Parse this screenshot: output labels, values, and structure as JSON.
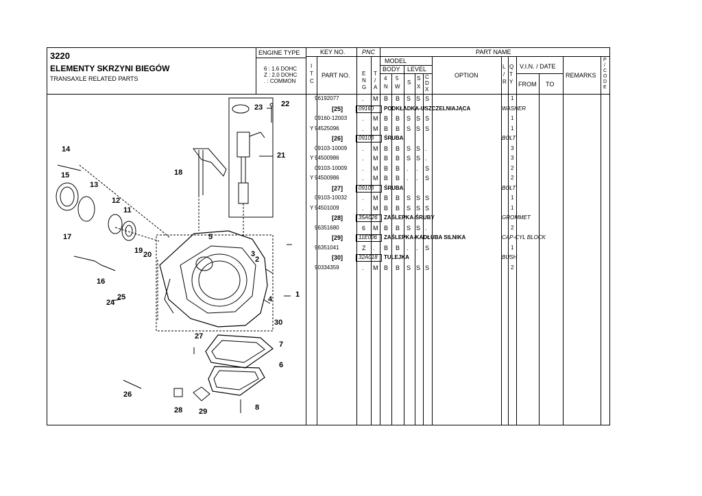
{
  "header": {
    "code": "3220",
    "title_pl": "ELEMENTY SKRZYNI BIEGÓW",
    "title_en": "TRANSAXLE RELATED PARTS",
    "engine_type_label": "ENGINE TYPE",
    "engine_types": [
      "6 : 1.6 DOHC",
      "Z : 2.0 DOHC",
      ". : COMMON"
    ]
  },
  "columns": {
    "key_no": "KEY NO.",
    "pnc": "PNC",
    "part_name": "PART NAME",
    "itc": [
      "I",
      "T",
      "C"
    ],
    "part_no": "PART NO.",
    "model": "MODEL",
    "eng": [
      "E",
      "N",
      "G"
    ],
    "ta": [
      "T",
      "/",
      "A"
    ],
    "body": "BODY",
    "body_4n": [
      "4",
      "N"
    ],
    "body_5w": [
      "5",
      "W"
    ],
    "level": "LEVEL",
    "level_s": "S",
    "level_sx": [
      "S",
      "X"
    ],
    "level_cdx": [
      "C",
      "D",
      "X"
    ],
    "option": "OPTION",
    "lty": [
      "L",
      "/",
      "R"
    ],
    "qty": [
      "Q",
      "T",
      "Y"
    ],
    "vin_date": "V.I.N. / DATE",
    "from": "FROM",
    "to": "TO",
    "remarks": "REMARKS",
    "pcode": [
      "P",
      "/",
      "C",
      "O",
      "D",
      "E"
    ]
  },
  "rows": [
    {
      "type": "part",
      "itc": "",
      "part_no": "96192077",
      "eng": ".",
      "ta": "M",
      "b4": "B",
      "b5": "B",
      "s": "S",
      "sx": "S",
      "cdx": "S",
      "qty": "1"
    },
    {
      "type": "key",
      "key": "[25]",
      "pnc": "09160",
      "name_pl": "PODKŁADKA-USZCZELNIAJĄCA",
      "name_en": "WASHER"
    },
    {
      "type": "part",
      "itc": "",
      "part_no": "09160-12003",
      "eng": ".",
      "ta": "M",
      "b4": "B",
      "b5": "B",
      "s": "S",
      "sx": "S",
      "cdx": "S",
      "qty": "1"
    },
    {
      "type": "part",
      "itc": "Y",
      "part_no": "94525096",
      "eng": ".",
      "ta": "M",
      "b4": "B",
      "b5": "B",
      "s": "S",
      "sx": "S",
      "cdx": "S",
      "qty": "1"
    },
    {
      "type": "key",
      "key": "[26]",
      "pnc": "09103",
      "name_pl": "ŚRUBA",
      "name_en": "BOLT"
    },
    {
      "type": "part",
      "itc": "",
      "part_no": "09103-10009",
      "eng": ".",
      "ta": "M",
      "b4": "B",
      "b5": "B",
      "s": "S",
      "sx": "S",
      "cdx": ".",
      "qty": "3"
    },
    {
      "type": "part",
      "itc": "Y",
      "part_no": "94500986",
      "eng": ".",
      "ta": "M",
      "b4": "B",
      "b5": "B",
      "s": "S",
      "sx": "S",
      "cdx": ".",
      "qty": "3"
    },
    {
      "type": "part",
      "itc": "",
      "part_no": "09103-10009",
      "eng": ".",
      "ta": "M",
      "b4": "B",
      "b5": "B",
      "s": ".",
      "sx": ".",
      "cdx": "S",
      "qty": "2"
    },
    {
      "type": "part",
      "itc": "Y",
      "part_no": "94500986",
      "eng": ".",
      "ta": "M",
      "b4": "B",
      "b5": "B",
      "s": ".",
      "sx": ".",
      "cdx": "S",
      "qty": "2"
    },
    {
      "type": "key",
      "key": "[27]",
      "pnc": "09103",
      "name_pl": "ŚRUBA",
      "name_en": "BOLT"
    },
    {
      "type": "part",
      "itc": "",
      "part_no": "09103-10032",
      "eng": ".",
      "ta": "M",
      "b4": "B",
      "b5": "B",
      "s": "S",
      "sx": "S",
      "cdx": "S",
      "qty": "1"
    },
    {
      "type": "part",
      "itc": "Y",
      "part_no": "94501009",
      "eng": ".",
      "ta": "M",
      "b4": "B",
      "b5": "B",
      "s": "S",
      "sx": "S",
      "cdx": "S",
      "qty": "1"
    },
    {
      "type": "key",
      "key": "[28]",
      "pnc": "35A026",
      "name_pl": "ZAŚLEPKA-ŚRUBY",
      "name_en": "GROMMET"
    },
    {
      "type": "part",
      "itc": "",
      "part_no": "96351680",
      "eng": "6",
      "ta": "M",
      "b4": "B",
      "b5": "B",
      "s": "S",
      "sx": "S",
      "cdx": ".",
      "qty": "2"
    },
    {
      "type": "key",
      "key": "[29]",
      "pnc": "11E006",
      "name_pl": "ZAŚLEPKA-KADŁUBA SILNIKA",
      "name_en": "CAP-CYL BLOCK"
    },
    {
      "type": "part",
      "itc": "",
      "part_no": "96351041",
      "eng": "Z",
      "ta": ".",
      "b4": "B",
      "b5": "B",
      "s": ".",
      "sx": ".",
      "cdx": "S",
      "qty": "1"
    },
    {
      "type": "key",
      "key": "[30]",
      "pnc": "32A018",
      "name_pl": "TULEJKA",
      "name_en": "BUSH"
    },
    {
      "type": "part",
      "itc": "",
      "part_no": "90334359",
      "eng": ".",
      "ta": "M",
      "b4": "B",
      "b5": "B",
      "s": "S",
      "sx": "S",
      "cdx": "S",
      "qty": "2"
    }
  ],
  "diagram": {
    "callouts": [
      "1",
      "2",
      "3",
      "4",
      "5",
      "6",
      "7",
      "8",
      "11",
      "12",
      "13",
      "14",
      "15",
      "16",
      "17",
      "18",
      "19",
      "20",
      "21",
      "22",
      "23",
      "24",
      "25",
      "26",
      "27",
      "28",
      "29",
      "30"
    ]
  }
}
